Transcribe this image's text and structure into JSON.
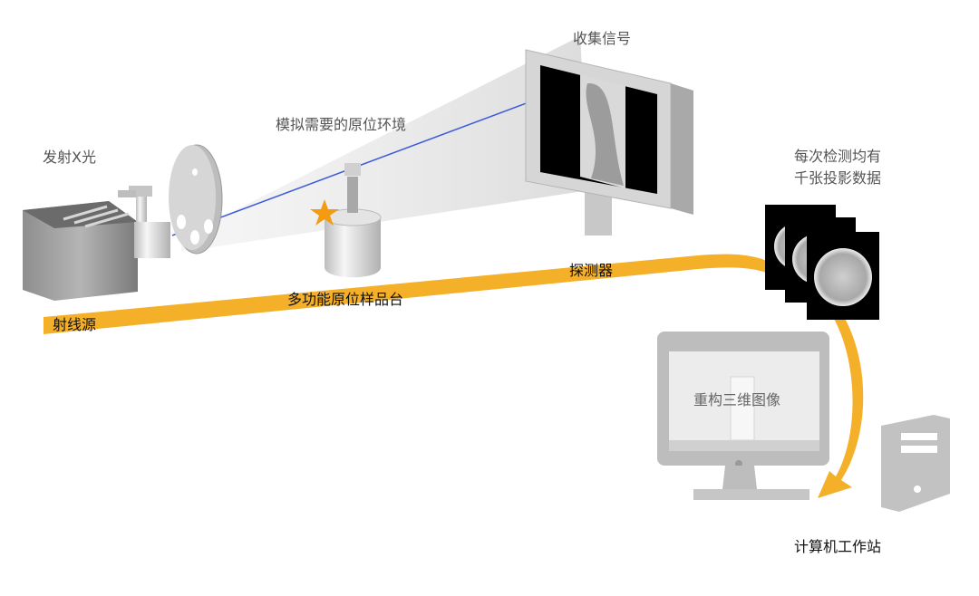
{
  "labels": {
    "xray_emit": "发射X光",
    "environment": "模拟需要的原位环境",
    "collect": "收集信号",
    "projections_line1": "每次检测均有",
    "projections_line2": "千张投影数据",
    "source": "射线源",
    "stage": "多功能原位样品台",
    "detector": "探测器",
    "reconstruct": "重构三维图像",
    "workstation": "计算机工作站"
  },
  "colors": {
    "flow_band": "#f5b02a",
    "beam_line": "#3b5bdb",
    "star": "#f39c12"
  }
}
